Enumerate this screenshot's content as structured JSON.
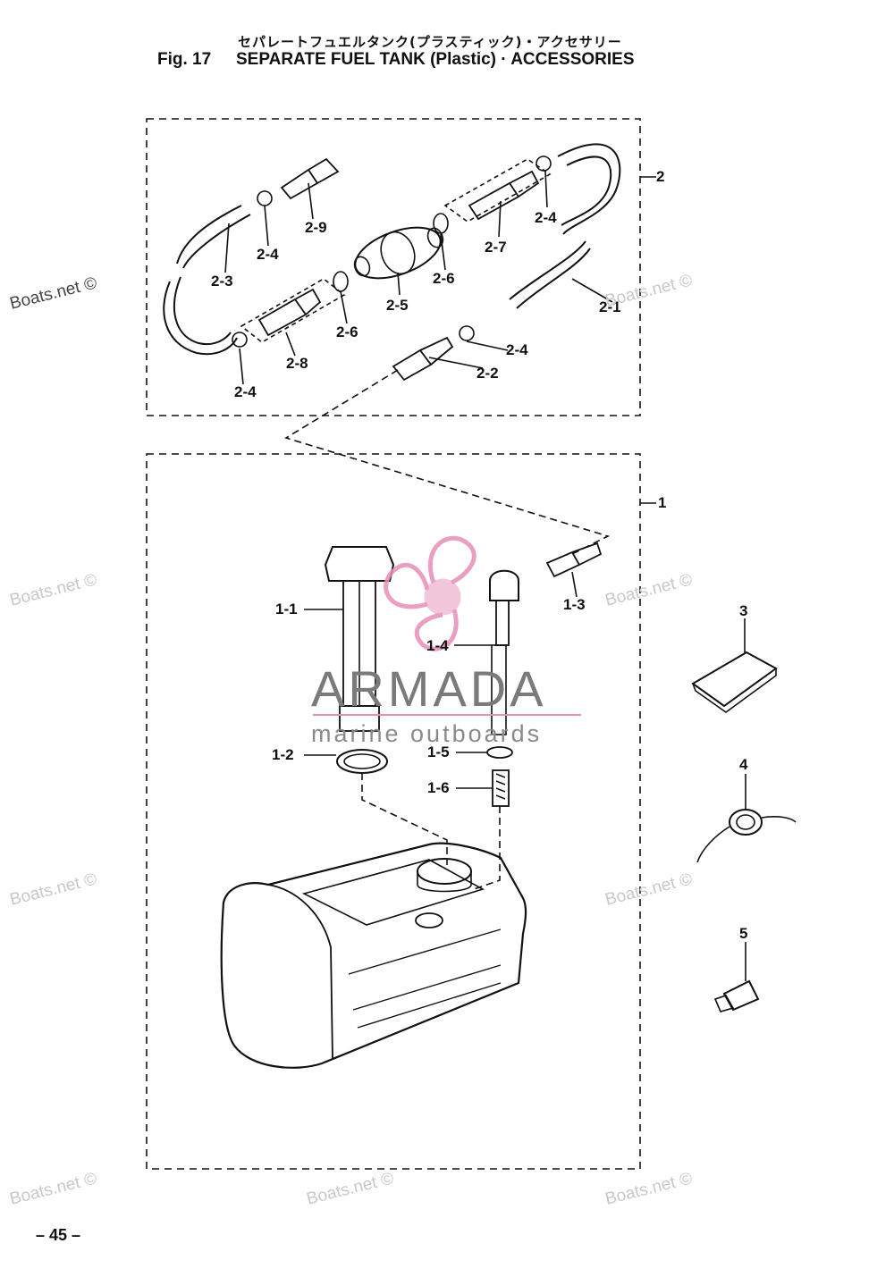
{
  "header": {
    "title_jp": "セパレートフュエルタンク(プラスティック)・アクセサリー",
    "fig_label": "Fig. 17",
    "title_en": "SEPARATE FUEL TANK (Plastic) · ACCESSORIES"
  },
  "labels": {
    "l2": "2",
    "l2_1": "2-1",
    "l2_2": "2-2",
    "l2_3": "2-3",
    "l2_4a": "2-4",
    "l2_4b": "2-4",
    "l2_4c": "2-4",
    "l2_4d": "2-4",
    "l2_5": "2-5",
    "l2_6a": "2-6",
    "l2_6b": "2-6",
    "l2_7": "2-7",
    "l2_8": "2-8",
    "l2_9": "2-9",
    "l1": "1",
    "l1_1": "1-1",
    "l1_2": "1-2",
    "l1_3": "1-3",
    "l1_4": "1-4",
    "l1_5": "1-5",
    "l1_6": "1-6",
    "l3": "3",
    "l4": "4",
    "l5": "5"
  },
  "watermarks": {
    "boats": "Boats.net ©",
    "armada": "ARMADA",
    "armada_sub": "marine outboards"
  },
  "colors": {
    "logo_pink": "#e58fb8",
    "line": "#111111",
    "watermark": "#c8c8c8"
  },
  "footer": {
    "page_number": "– 45 –"
  }
}
